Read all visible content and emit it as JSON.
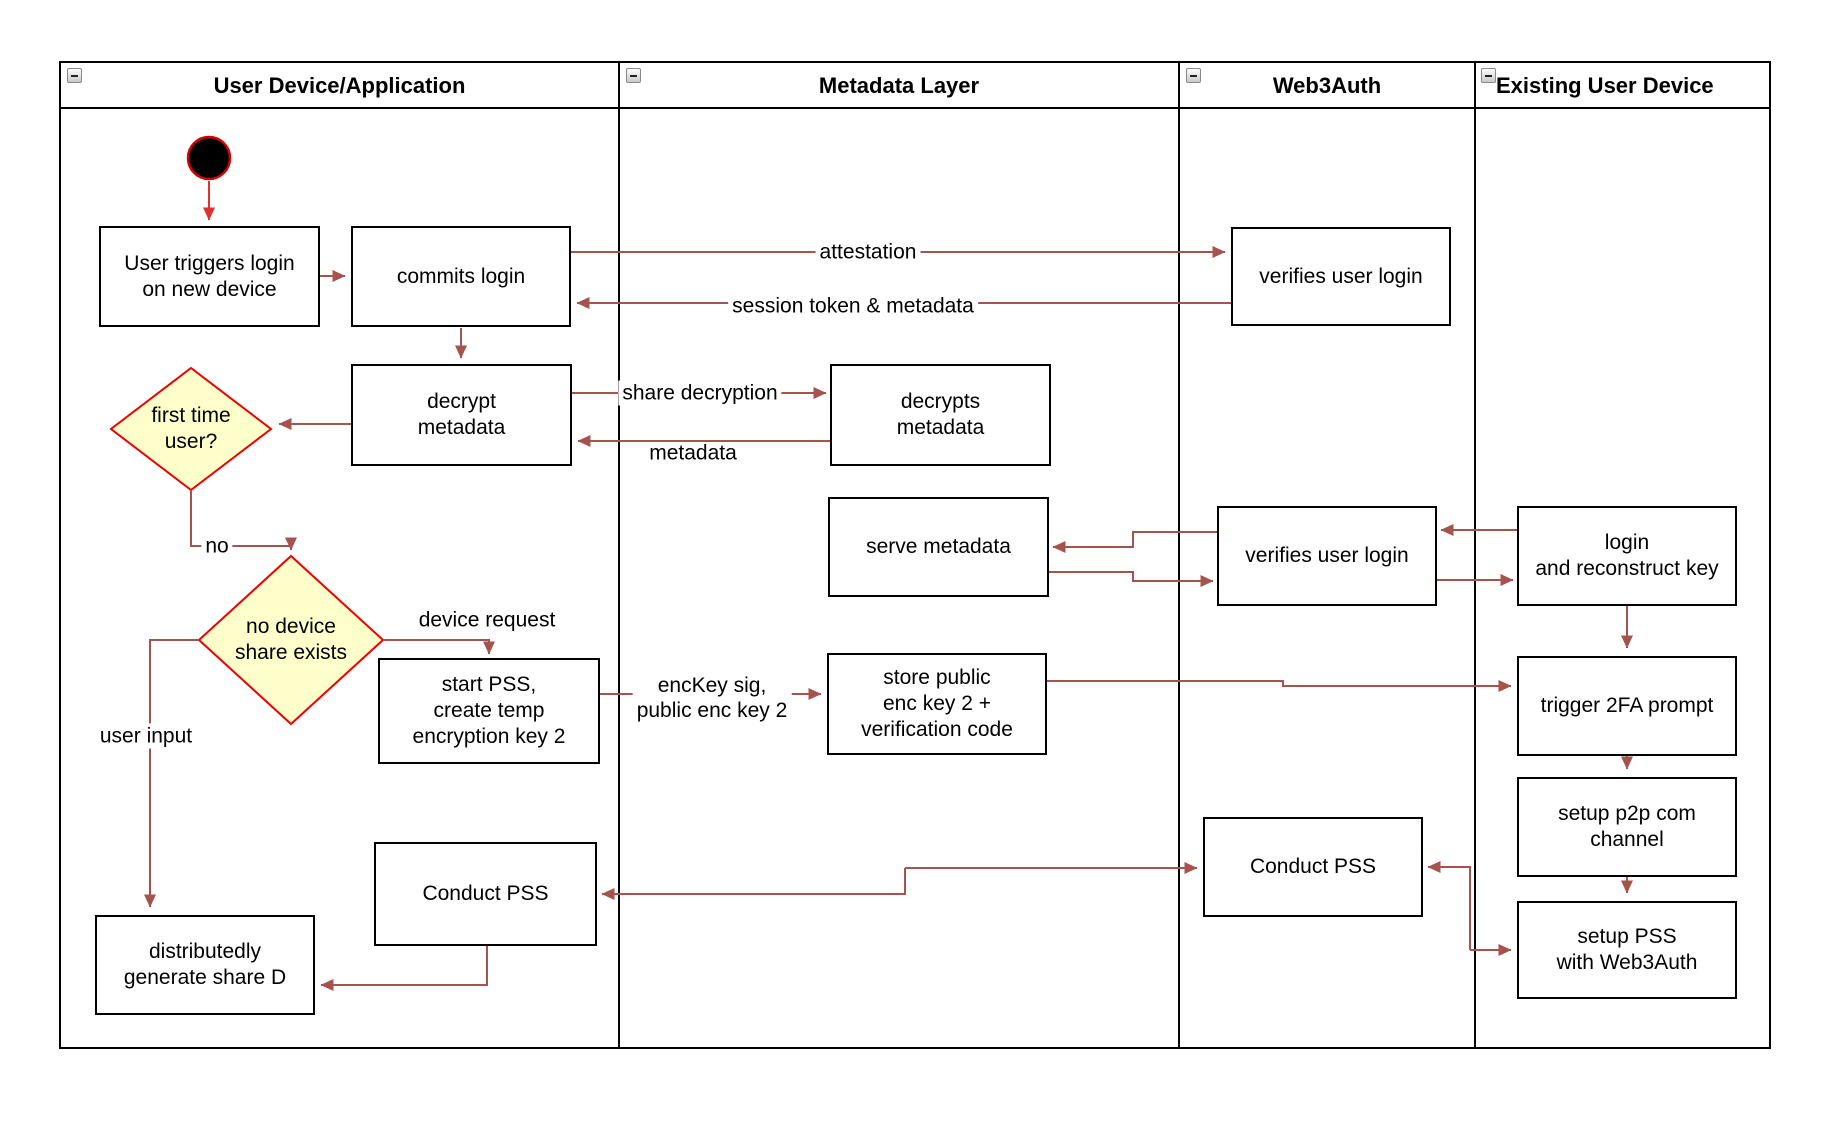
{
  "colors": {
    "connector": "#a5544d",
    "start_arrow": "#e03030",
    "start_ring": "#d50000",
    "decision_border": "#ee0000",
    "decision_fill": "#ffffcc",
    "node_border": "#000000",
    "lane_border": "#000000"
  },
  "lanes": {
    "user_device": {
      "title": "User Device/Application"
    },
    "metadata_layer": {
      "title": "Metadata Layer"
    },
    "web3auth": {
      "title": "Web3Auth"
    },
    "existing_device": {
      "title": "Existing User Device"
    }
  },
  "nodes": {
    "user_triggers": {
      "label": "User triggers login\non new device"
    },
    "commits_login": {
      "label": "commits login"
    },
    "verifies_login_1": {
      "label": "verifies user login"
    },
    "decrypt_metadata": {
      "label": "decrypt\nmetadata"
    },
    "decrypts_metadata": {
      "label": "decrypts\nmetadata"
    },
    "serve_metadata": {
      "label": "serve metadata"
    },
    "verifies_login_2": {
      "label": "verifies user login"
    },
    "login_reconstruct": {
      "label": "login\nand reconstruct key"
    },
    "start_pss": {
      "label": "start PSS,\ncreate temp\nencryption key 2"
    },
    "store_public": {
      "label": "store public\nenc key 2 +\nverification code"
    },
    "trigger_2fa": {
      "label": "trigger 2FA prompt"
    },
    "setup_p2p": {
      "label": "setup p2p com\nchannel"
    },
    "conduct_pss_left": {
      "label": "Conduct PSS"
    },
    "conduct_pss_right": {
      "label": "Conduct PSS"
    },
    "setup_pss": {
      "label": "setup PSS\nwith Web3Auth"
    },
    "distributedly": {
      "label": "distributedly\ngenerate share D"
    }
  },
  "decisions": {
    "first_time": {
      "label": "first time\nuser?"
    },
    "no_device_share": {
      "label": "no device\nshare exists"
    }
  },
  "edge_labels": {
    "attestation": "attestation",
    "session_token": "session token & metadata",
    "share_decryption": "share decryption",
    "metadata": "metadata",
    "no": "no",
    "device_request": "device request",
    "enckey": "encKey sig,\npublic enc key 2",
    "user_input": "user input"
  }
}
